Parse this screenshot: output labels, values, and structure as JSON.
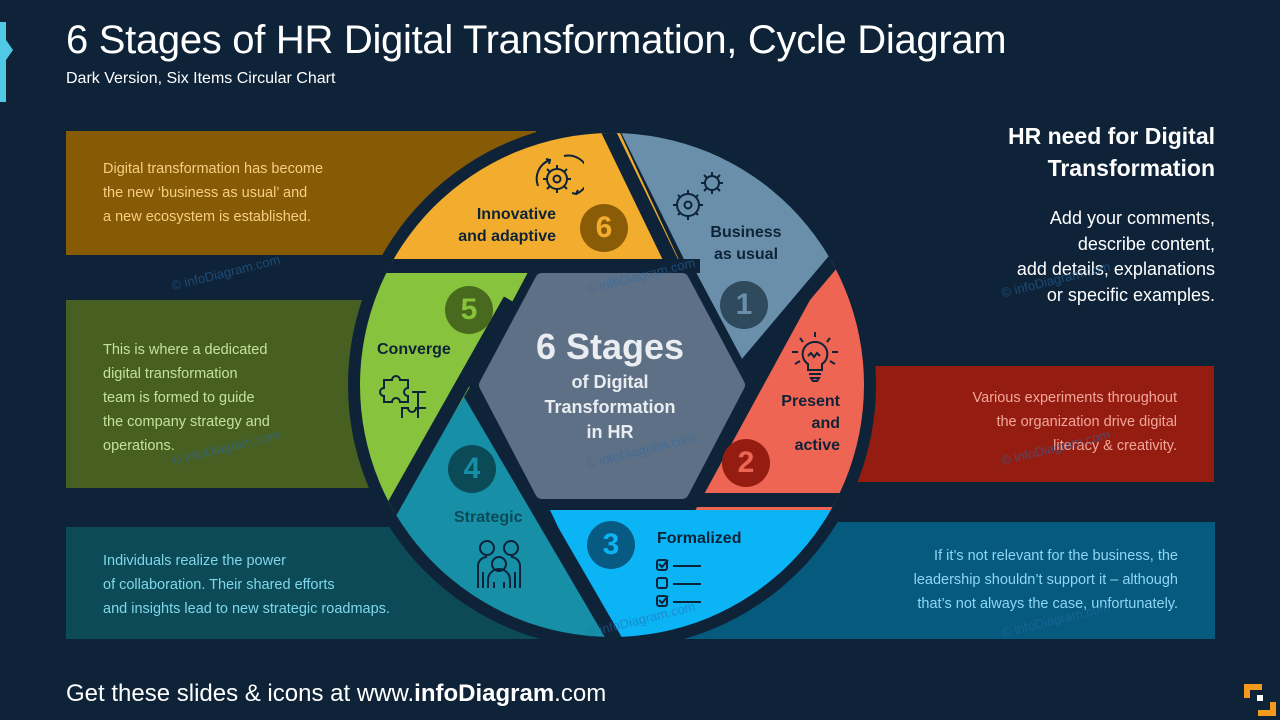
{
  "header": {
    "title": "6 Stages of HR Digital Transformation, Cycle Diagram",
    "subtitle": "Dark Version, Six Items Circular Chart"
  },
  "center": {
    "big": "6 Stages",
    "line1": "of Digital",
    "line2": "Transformation",
    "line3": "in HR"
  },
  "stages": [
    {
      "number": "1",
      "label_line1": "Business",
      "label_line2": "as usual",
      "icon": "gears-icon",
      "color": "#6a8fab",
      "num_color": "#2f4a5c",
      "num_text": "#6a8fab"
    },
    {
      "number": "2",
      "label_line1": "Present",
      "label_line2": "and",
      "label_line3": "active",
      "icon": "lightbulb-icon",
      "color": "#ef6553",
      "num_color": "#951c10",
      "num_text": "#ef6553",
      "description": [
        "Various experiments throughout",
        "the organization drive digital",
        "literacy & creativity."
      ],
      "box_color": "#951c10",
      "text_color": "#f2a79c"
    },
    {
      "number": "3",
      "label_line1": "Formalized",
      "icon": "checklist-icon",
      "color": "#0ab4f5",
      "num_color": "#075a82",
      "num_text": "#0ab4f5",
      "description": [
        "If it’s not relevant for the business, the",
        "leadership shouldn’t support it – although",
        "that’s not always the case, unfortunately."
      ],
      "box_color": "#055a7e",
      "text_color": "#8fd6f5"
    },
    {
      "number": "4",
      "label_line1": "Strategic",
      "icon": "people-icon",
      "color": "#168fa7",
      "num_color": "#0b4b58",
      "num_text": "#168fa7",
      "description": [
        "Individuals realize the power",
        "of collaboration. Their shared efforts",
        "and insights lead to new strategic roadmaps."
      ],
      "box_color": "#0b4a56",
      "text_color": "#7fd7ea"
    },
    {
      "number": "5",
      "label_line1": "Converge",
      "icon": "puzzle-icon",
      "color": "#87c33c",
      "num_color": "#486a1e",
      "num_text": "#87c33c",
      "description": [
        "This is where a dedicated",
        "digital transformation",
        "team is formed to guide",
        "the company strategy and",
        "operations."
      ],
      "box_color": "#475f20",
      "text_color": "#c3e39a"
    },
    {
      "number": "6",
      "label_line1": "Innovative",
      "label_line2": "and adaptive",
      "icon": "innovation-cycle-icon",
      "color": "#f2ad2e",
      "num_color": "#8b5c08",
      "num_text": "#f2ad2e",
      "description": [
        "Digital transformation has become",
        "the new ‘business as usual’ and",
        "a new ecosystem is established."
      ],
      "box_color": "#875b06",
      "text_color": "#f6cf83"
    }
  ],
  "right_panel": {
    "title_line1": "HR need for Digital",
    "title_line2": "Transformation",
    "body": [
      "Add your comments,",
      "describe content,",
      "add details, explanations",
      "or specific examples."
    ]
  },
  "footer": {
    "prefix": "Get these slides & icons at www.",
    "brand": "infoDiagram",
    "suffix": ".com"
  },
  "watermark": "© infoDiagram.com",
  "colors": {
    "background": "#0e2338",
    "accent": "#4fc9e6",
    "center_hex": "#5e7085",
    "logo_orange": "#f39a1e"
  }
}
